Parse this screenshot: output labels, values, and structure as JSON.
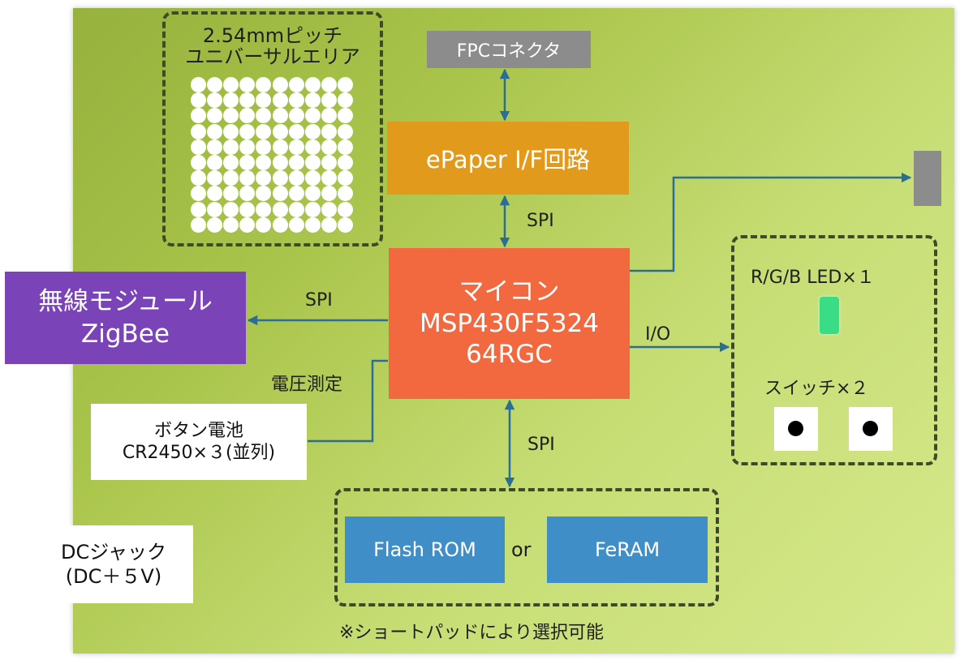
{
  "colors": {
    "board": "#a9c44a",
    "fpc": "#8c8c8c",
    "epaper": "#e29a1d",
    "mcu": "#f2683f",
    "wireless": "#7a43b8",
    "memory": "#3f8ec8",
    "wire": "#2a6e95",
    "led": "#3bdc86"
  },
  "universal_area": {
    "label": "2.54mmピッチ\nユニバーサルエリア"
  },
  "fpc": {
    "label": "FPCコネクタ"
  },
  "epaper": {
    "label": "ePaper I/F回路"
  },
  "mcu": {
    "line1": "マイコン",
    "line2": "MSP430F5324",
    "line3": "64RGC"
  },
  "wireless": {
    "line1": "無線モジュール",
    "line2": "ZigBee"
  },
  "battery": {
    "label": "ボタン電池\nCR2450×３(並列)"
  },
  "dc_jack": {
    "label": "DCジャック\n(DC＋５V)"
  },
  "io_panel": {
    "led_label": "R/G/B LED×１",
    "switch_label": "スイッチ×２"
  },
  "memory": {
    "flash": "Flash ROM",
    "or": "or",
    "feram": "FeRAM",
    "note": "※ショートパッドにより選択可能"
  },
  "bus_labels": {
    "spi_top": "SPI",
    "spi_left": "SPI",
    "spi_bottom": "SPI",
    "io": "I/O",
    "voltage": "電圧測定"
  }
}
